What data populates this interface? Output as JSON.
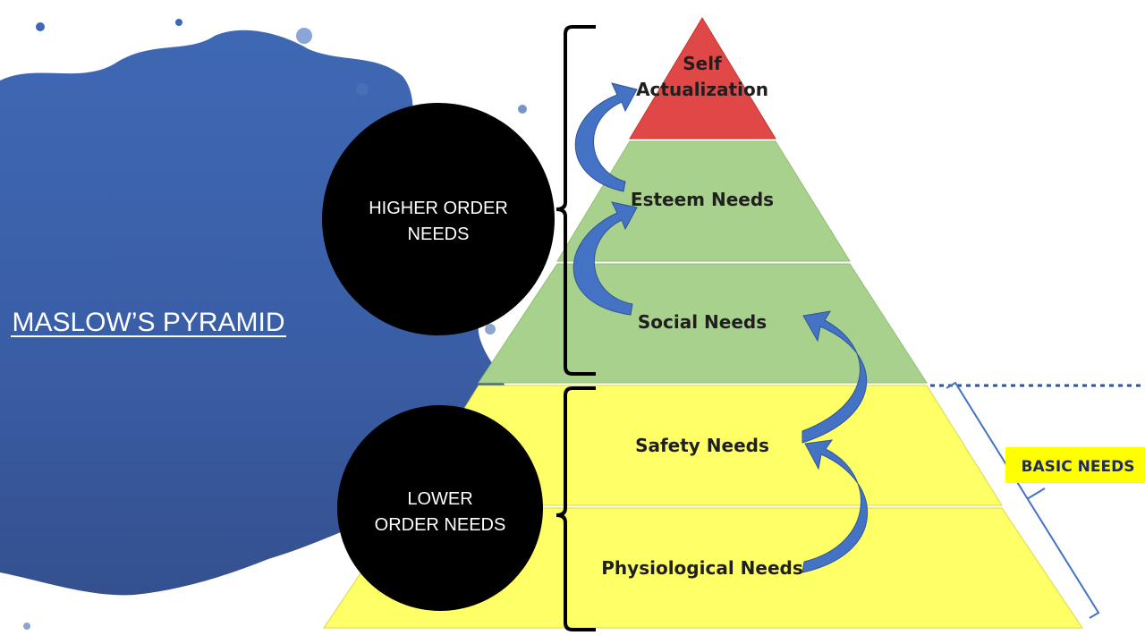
{
  "title": "MASLOW’S PYRAMID",
  "pyramid": {
    "levels": [
      {
        "lines": [
          "Self",
          "Actualization"
        ],
        "color": "#e04848"
      },
      {
        "lines": [
          "Esteem Needs"
        ],
        "color": "#a9d18e"
      },
      {
        "lines": [
          "Social Needs"
        ],
        "color": "#a9d18e"
      },
      {
        "lines": [
          "Safety Needs"
        ],
        "color": "#ffff66"
      },
      {
        "lines": [
          "Physiological Needs"
        ],
        "color": "#ffff66"
      }
    ]
  },
  "groups": {
    "higher": {
      "lines": [
        "HIGHER ORDER",
        "NEEDS"
      ]
    },
    "lower": {
      "lines": [
        "LOWER",
        "ORDER NEEDS"
      ]
    }
  },
  "basic_needs": {
    "label": "BASIC NEEDS",
    "color": "#ffff00"
  },
  "colors": {
    "paint": "#3a62ad",
    "arrow": "#4472c4",
    "bracket": "#000000",
    "circle": "#000000"
  }
}
